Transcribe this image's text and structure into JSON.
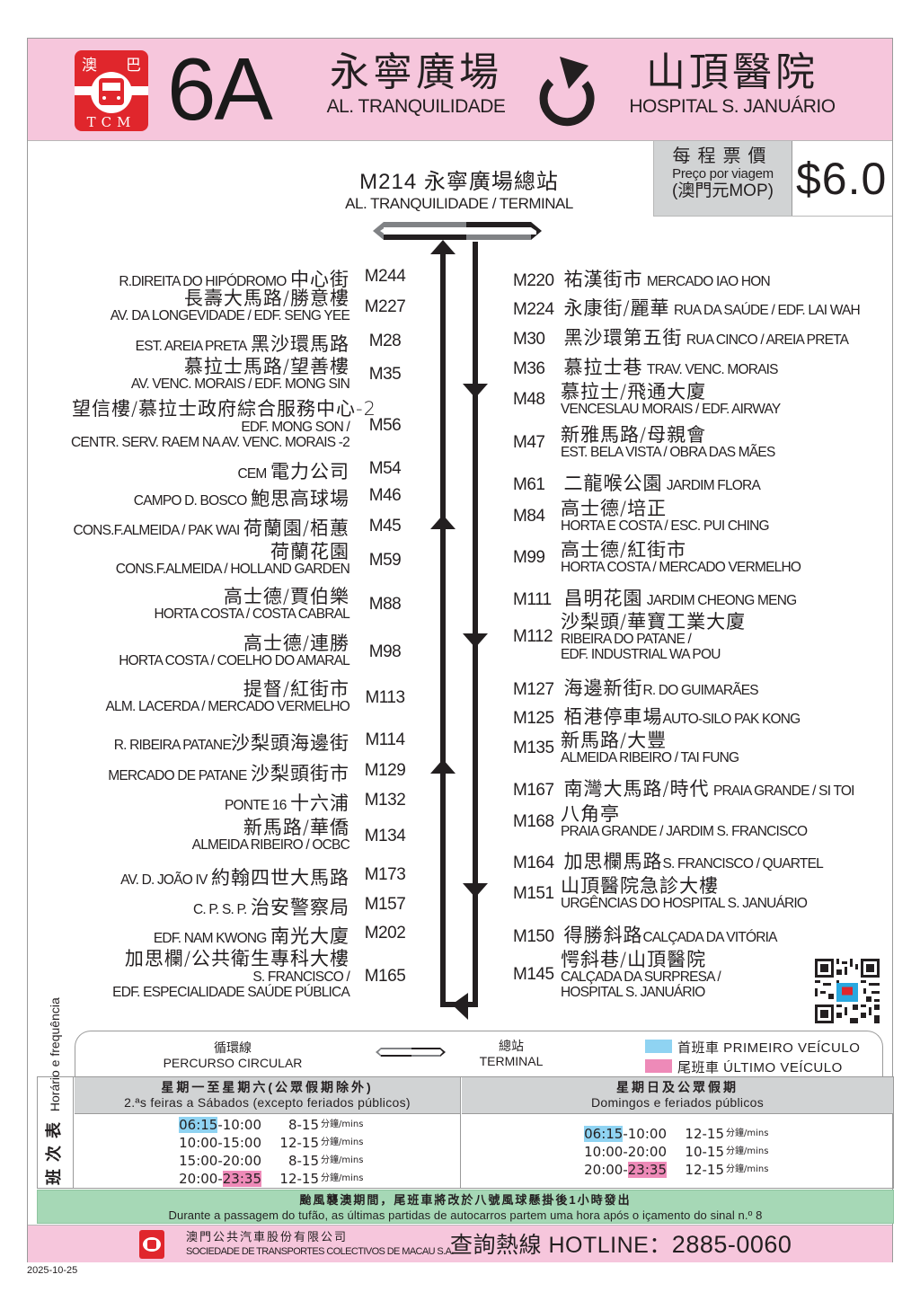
{
  "header": {
    "logo": {
      "top_left": "澳",
      "top_right": "巴",
      "bottom": "TCM"
    },
    "route_number": "6A",
    "origin": {
      "zh": "永寧廣場",
      "pt": "AL. TRANQUILIDADE"
    },
    "direction_icon": "loop-clockwise-arrow",
    "destination": {
      "zh": "山頂醫院",
      "pt": "HOSPITAL  S. JANUÁRIO"
    }
  },
  "fare": {
    "label_zh": "每程票價",
    "label_pt": "Preço por viagem",
    "currency": "(澳門元MOP)",
    "price": "$6.0"
  },
  "terminal": {
    "code": "M214",
    "zh": "永寧廣場總站",
    "pt": "AL. TRANQUILIDADE / TERMINAL"
  },
  "stops_right_outbound": [
    {
      "code": "M220",
      "zh": "祐漢街市",
      "pt": "MERCADO IAO HON"
    },
    {
      "code": "M224",
      "zh": "永康街/麗華",
      "pt": "RUA DA SAÚDE / EDF. LAI WAH"
    },
    {
      "code": "M30",
      "zh": "黑沙環第五街",
      "pt": "RUA CINCO / AREIA PRETA"
    },
    {
      "code": "M36",
      "zh": "慕拉士巷",
      "pt": "TRAV. VENC. MORAIS"
    },
    {
      "code": "M48",
      "zh": "慕拉士/飛通大廈",
      "pt": "VENCESLAU MORAIS / EDF. AIRWAY"
    },
    {
      "code": "M47",
      "zh": "新雅馬路/母親會",
      "pt": "EST. BELA VISTA / OBRA DAS MÃES"
    },
    {
      "code": "M61",
      "zh": "二龍喉公園",
      "pt": "JARDIM FLORA"
    },
    {
      "code": "M84",
      "zh": "高士德/培正",
      "pt": "HORTA E COSTA / ESC. PUI CHING"
    },
    {
      "code": "M99",
      "zh": "高士德/紅街市",
      "pt": "HORTA COSTA / MERCADO VERMELHO"
    },
    {
      "code": "M111",
      "zh": "昌明花園",
      "pt": "JARDIM CHEONG MENG"
    },
    {
      "code": "M112",
      "zh": "沙梨頭/華寶工業大廈",
      "pt": "RIBEIRA DO PATANE /",
      "pt2": "EDF. INDUSTRIAL WA POU"
    },
    {
      "code": "M127",
      "zh": "海邊新街",
      "pt": "R. DO GUIMARÃES"
    },
    {
      "code": "M125",
      "zh": "栢港停車場",
      "pt": "AUTO-SILO PAK KONG"
    },
    {
      "code": "M135",
      "zh": "新馬路/大豐",
      "pt": "ALMEIDA RIBEIRO / TAI FUNG"
    },
    {
      "code": "M167",
      "zh": "南灣大馬路/時代",
      "pt": "PRAIA GRANDE / SI TOI"
    },
    {
      "code": "M168",
      "zh": "八角亭",
      "pt": "PRAIA GRANDE / JARDIM S. FRANCISCO"
    },
    {
      "code": "M164",
      "zh": "加思欄馬路",
      "pt": "S. FRANCISCO / QUARTEL"
    },
    {
      "code": "M151",
      "zh": "山頂醫院急診大樓",
      "pt": "URGÊNCIAS DO HOSPITAL S. JANUÁRIO"
    },
    {
      "code": "M150",
      "zh": "得勝斜路",
      "pt": "CALÇADA DA VITÓRIA"
    },
    {
      "code": "M145",
      "zh": "愕斜巷/山頂醫院",
      "pt": "CALÇADA DA SURPRESA /",
      "pt2": "HOSPITAL S. JANUÁRIO"
    }
  ],
  "stops_left_return": [
    {
      "code": "M244",
      "zh": "中心街",
      "pt": "R.DIREITA DO HIPÓDROMO"
    },
    {
      "code": "M227",
      "zh": "長壽大馬路/勝意樓",
      "pt": "AV. DA LONGEVIDADE / EDF. SENG YEE"
    },
    {
      "code": "M28",
      "zh": "黑沙環馬路",
      "pt": "EST. AREIA PRETA"
    },
    {
      "code": "M35",
      "zh": "慕拉士馬路/望善樓",
      "pt": "AV. VENC. MORAIS  /  EDF. MONG SIN"
    },
    {
      "code": "M56",
      "zh": "望信樓/慕拉士政府綜合服務中心-2",
      "pt": "EDF. MONG SON /",
      "pt2": "CENTR. SERV. RAEM NA AV. VENC. MORAIS -2"
    },
    {
      "code": "M54",
      "zh": "電力公司",
      "pt": "CEM"
    },
    {
      "code": "M46",
      "zh": "鮑思高球場",
      "pt": "CAMPO D. BOSCO"
    },
    {
      "code": "M45",
      "zh": "荷蘭園/栢蕙",
      "pt": "CONS.F.ALMEIDA / PAK WAI"
    },
    {
      "code": "M59",
      "zh": "荷蘭花園",
      "pt": "CONS.F.ALMEIDA / HOLLAND GARDEN"
    },
    {
      "code": "M88",
      "zh": "高士德/賈伯樂",
      "pt": "HORTA COSTA / COSTA CABRAL"
    },
    {
      "code": "M98",
      "zh": "高士德/連勝",
      "pt": "HORTA COSTA / COELHO DO AMARAL"
    },
    {
      "code": "M113",
      "zh": "提督/紅街市",
      "pt": "ALM. LACERDA / MERCADO VERMELHO"
    },
    {
      "code": "M114",
      "zh": "沙梨頭海邊街",
      "pt": "R. RIBEIRA  PATANE"
    },
    {
      "code": "M129",
      "zh": "沙梨頭街市",
      "pt": "MERCADO DE PATANE"
    },
    {
      "code": "M132",
      "zh": "十六浦",
      "pt": "PONTE 16"
    },
    {
      "code": "M134",
      "zh": "新馬路/華僑",
      "pt": "ALMEIDA RIBEIRO / OCBC"
    },
    {
      "code": "M173",
      "zh": "約翰四世大馬路",
      "pt": "AV. D. JOÃO IV"
    },
    {
      "code": "M157",
      "zh": "治安警察局",
      "pt": "C. P. S. P."
    },
    {
      "code": "M202",
      "zh": "南光大廈",
      "pt": "EDF. NAM  KWONG"
    },
    {
      "code": "M165",
      "zh": "加思欄/公共衛生專科大樓",
      "pt": "S. FRANCISCO /",
      "pt2": "EDF. ESPECIALIDADE SAÚDE PÚBLICA"
    }
  ],
  "legend": {
    "circular_zh": "循環線",
    "circular_pt": "PERCURSO CIRCULAR",
    "terminal_zh": "總站",
    "terminal_pt": "TERMINAL",
    "first_label": "首班車 PRIMEIRO VEÍCULO",
    "last_label": "尾班車 ÚLTIMO VEÍCULO",
    "first_color": "#8fd3f2",
    "last_color": "#ee8ab8"
  },
  "timetable": {
    "side_zh": "班次表",
    "side_pt": "Horário e frequência",
    "weekday": {
      "zh": "星期一至星期六(公眾假期除外)",
      "pt": "2.ªs feiras a Sábados (excepto feriados públicos)",
      "rows": [
        {
          "start": "06:15",
          "end": "10:00",
          "freq": "8-15",
          "unit": "分鐘/mins",
          "first": true
        },
        {
          "start": "10:00",
          "end": "15:00",
          "freq": "12-15",
          "unit": "分鐘/mins"
        },
        {
          "start": "15:00",
          "end": "20:00",
          "freq": "8-15",
          "unit": "分鐘/mins"
        },
        {
          "start": "20:00",
          "end": "23:35",
          "freq": "12-15",
          "unit": "分鐘/mins",
          "last": true
        }
      ]
    },
    "holiday": {
      "zh": "星期日及公眾假期",
      "pt": "Domingos e feriados públicos",
      "rows": [
        {
          "start": "06:15",
          "end": "10:00",
          "freq": "12-15",
          "unit": "分鐘/mins",
          "first": true
        },
        {
          "start": "10:00",
          "end": "20:00",
          "freq": "10-15",
          "unit": "分鐘/mins"
        },
        {
          "start": "20:00",
          "end": "23:35",
          "freq": "12-15",
          "unit": "分鐘/mins",
          "last": true
        }
      ]
    }
  },
  "typhoon_notice": {
    "zh": "颱風襲澳期間，尾班車將改於八號風球懸掛後1小時發出",
    "pt": "Durante a passagem do tufão, as últimas partidas de autocarros partem uma hora após o içamento do sinal n.º 8"
  },
  "footer": {
    "company_zh": "澳門公共汽車股份有限公司",
    "company_pt": "SOCIEDADE DE TRANSPORTES COLECTIVOS DE MACAU S.A.",
    "hotline_label": "查詢熱線 HOTLINE：",
    "hotline_number": "2885-0060"
  },
  "date": "2025-10-25",
  "colors": {
    "header_pink": "#f6c6dc",
    "logo_red": "#e0262c",
    "fare_gray": "#d1d3d4",
    "notice_green": "#a6d8b6"
  }
}
